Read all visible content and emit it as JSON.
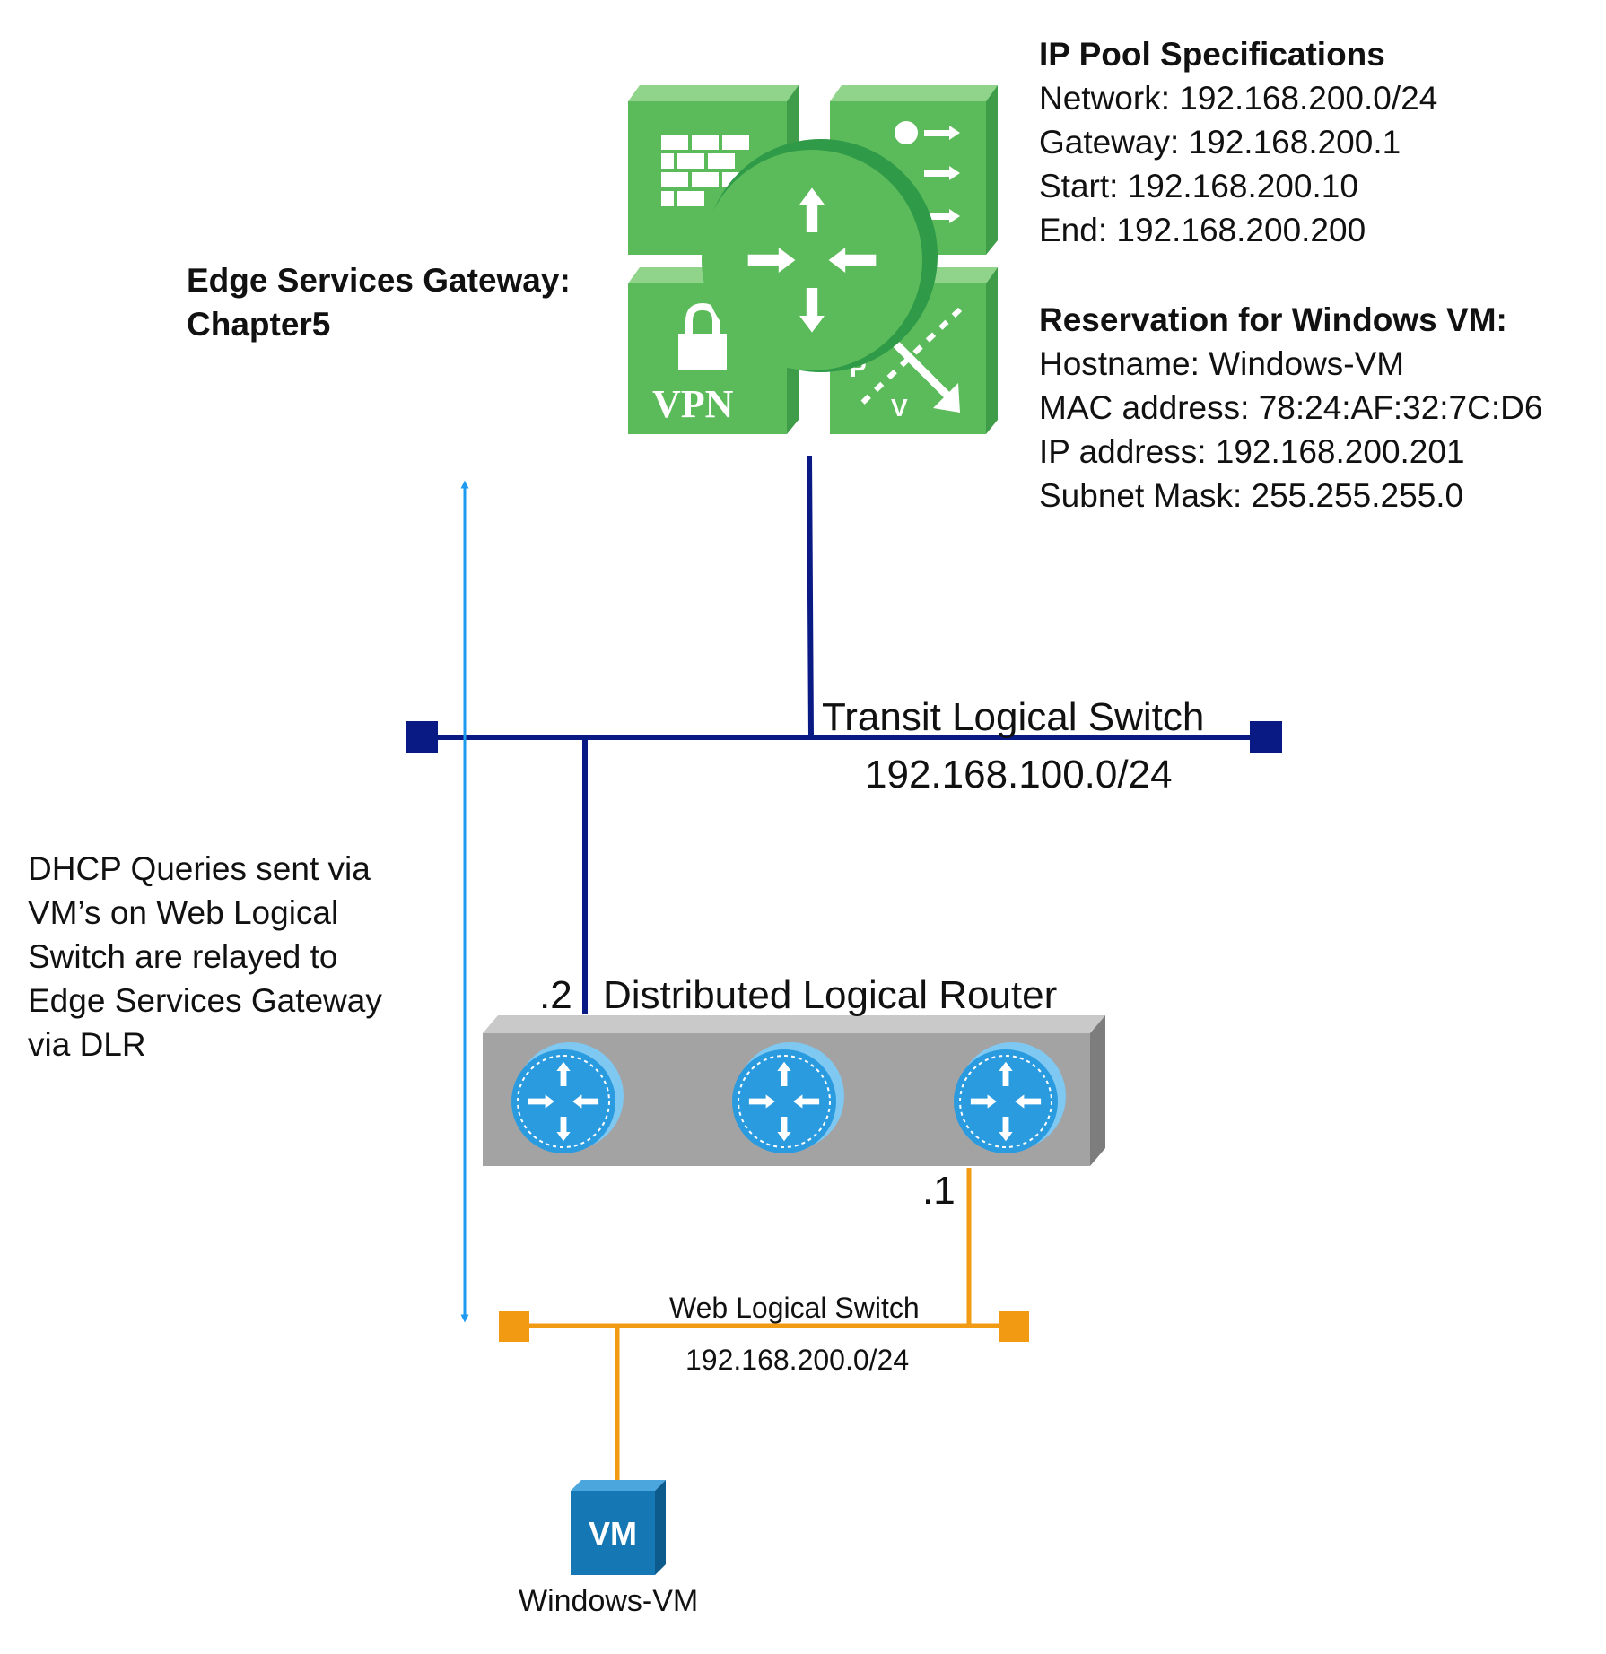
{
  "edge": {
    "label_line1": "Edge Services Gateway:",
    "label_line2": "Chapter5",
    "icon_vpn_text": "VPN",
    "icon_p_text": "P",
    "icon_v_text": "V"
  },
  "ip_pool": {
    "heading": "IP Pool Specifications",
    "lines": [
      "Network: 192.168.200.0/24",
      "Gateway: 192.168.200.1",
      "Start: 192.168.200.10",
      "End: 192.168.200.200"
    ]
  },
  "reservation": {
    "heading": "Reservation for Windows VM:",
    "lines": [
      "Hostname: Windows-VM",
      "MAC address: 78:24:AF:32:7C:D6",
      "IP address: 192.168.200.201",
      "Subnet Mask: 255.255.255.0"
    ]
  },
  "transit_switch": {
    "name": "Transit Logical Switch",
    "subnet": "192.168.100.0/24"
  },
  "dlr": {
    "name": "Distributed Logical Router",
    "uplink_suffix": ".2",
    "internal_suffix": ".1"
  },
  "web_switch": {
    "name": "Web Logical Switch",
    "subnet": "192.168.200.0/24"
  },
  "vm": {
    "icon_text": "VM",
    "name": "Windows-VM"
  },
  "dhcp_note": [
    "DHCP Queries sent via",
    "VM’s on Web Logical",
    "Switch are relayed to",
    "Edge Services Gateway",
    "via DLR"
  ],
  "colors": {
    "transit_line": "#0a1a85",
    "web_line": "#f29a12",
    "relay_arrow": "#1e9af0",
    "edge_green": "#5bbb5a",
    "edge_green_dark": "#3f9c48",
    "router_blue": "#2b9be0",
    "dlr_gray": "#a3a3a3",
    "vm_blue": "#1577b3"
  }
}
